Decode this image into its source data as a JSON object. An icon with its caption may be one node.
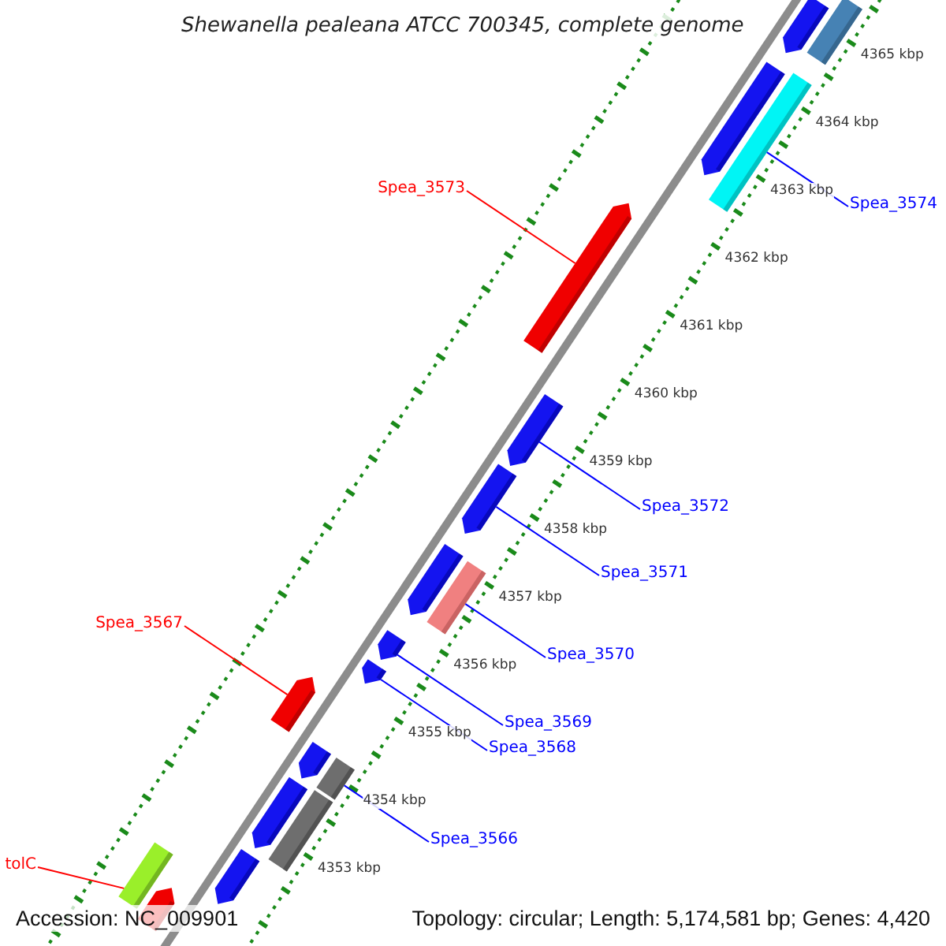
{
  "diagram": {
    "title": "Shewanella pealeana ATCC 700345, complete genome",
    "nodes": [
      {
        "text": [
          "Spea_3573"
        ]
      },
      {
        "text": [
          "Spea_3574"
        ]
      },
      {
        "text": [
          "Spea_3572"
        ]
      },
      {
        "text": [
          "Spea_3571"
        ]
      },
      {
        "text": [
          "Spea_3567"
        ]
      },
      {
        "text": [
          "Spea_3570"
        ]
      },
      {
        "text": [
          "Spea_3569"
        ]
      },
      {
        "text": [
          "Spea_3568"
        ]
      },
      {
        "text": [
          "Spea_3566"
        ]
      },
      {
        "text": [
          "tolC"
        ]
      },
      {
        "text": [],
        "shape": "bar"
      },
      {
        "text": [],
        "shape": "bar"
      },
      {
        "text": [],
        "shape": "bar"
      },
      {
        "text": [],
        "shape": "bar"
      },
      {
        "text": [],
        "shape": "bar"
      },
      {
        "text": [],
        "shape": "bar"
      },
      {
        "text": [],
        "shape": "bar"
      },
      {
        "text": [],
        "shape": "bar"
      },
      {
        "text": [],
        "shape": "bar"
      },
      {
        "text": [],
        "shape": "bar"
      },
      {
        "text": [],
        "shape": "bar"
      },
      {
        "text": [],
        "shape": "bar"
      },
      {
        "text": [],
        "shape": "bar"
      },
      {
        "text": [],
        "shape": "bar"
      },
      {
        "text": [],
        "shape": "bar"
      },
      {
        "text": [],
        "shape": "bar"
      },
      {
        "text": [],
        "shape": "bar"
      },
      {
        "text": [],
        "shape": "bar"
      },
      {
        "text": [],
        "shape": "bar"
      }
    ],
    "edges": [
      {
        "from": 0,
        "to": 14,
        "arrow": "none",
        "color": "#ff0000"
      },
      {
        "from": 1,
        "to": 13,
        "arrow": "none"
      },
      {
        "from": 2,
        "to": 15,
        "arrow": "none"
      },
      {
        "from": 3,
        "to": 16,
        "arrow": "none"
      },
      {
        "from": 4,
        "to": 21,
        "arrow": "none",
        "color": "#ff0000"
      },
      {
        "from": 5,
        "to": 18,
        "arrow": "none"
      },
      {
        "from": 6,
        "to": 19,
        "arrow": "none"
      },
      {
        "from": 7,
        "to": 20,
        "arrow": "none"
      },
      {
        "from": 8,
        "to": 23,
        "arrow": "none"
      },
      {
        "from": 9,
        "to": 27,
        "arrow": "none",
        "color": "#ff0000"
      }
    ],
    "labels": [
      "4365 kbp",
      "4364 kbp",
      "4363 kbp",
      "4362 kbp",
      "4361 kbp",
      "4360 kbp",
      "4359 kbp",
      "4358 kbp",
      "4357 kbp",
      "4356 kbp",
      "4355 kbp",
      "4354 kbp",
      "4353 kbp",
      "Accession: NC_009901",
      "Topology: circular; Length: 5,174,581 bp; Genes: 4,420"
    ]
  }
}
